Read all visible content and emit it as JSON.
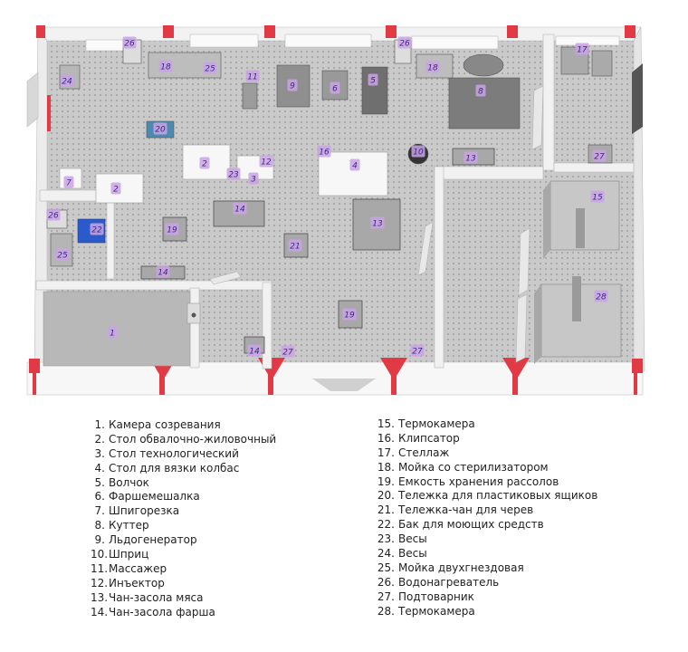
{
  "colors": {
    "wall_red": "#e23a45",
    "floor": "#c9c9c9",
    "floor_dots": "#a9a9a9",
    "table": "#f4f4f4",
    "tag_fill": "#c9a3e3",
    "tag_text": "#3a2a8a",
    "equipment_dark": "#5e5e5e",
    "blue_bin": "#2a5bc8"
  },
  "legend_left": [
    {
      "num": "1.",
      "label": "Камера созревания"
    },
    {
      "num": "2.",
      "label": "Стол обвалочно-жиловочный"
    },
    {
      "num": "3.",
      "label": "Стол технологический"
    },
    {
      "num": "4.",
      "label": "Стол для вязки колбас"
    },
    {
      "num": "5.",
      "label": "Волчок"
    },
    {
      "num": "6.",
      "label": "Фаршемешалка"
    },
    {
      "num": "7.",
      "label": "Шпигорезка"
    },
    {
      "num": "8.",
      "label": "Куттер"
    },
    {
      "num": "9.",
      "label": "Льдогенератор"
    },
    {
      "num": "10.",
      "label": "Шприц"
    },
    {
      "num": "11.",
      "label": "Массажер"
    },
    {
      "num": "12.",
      "label": "Инъектор"
    },
    {
      "num": "13.",
      "label": "Чан-засола мяса"
    },
    {
      "num": "14.",
      "label": "Чан-засола фарша"
    }
  ],
  "legend_right": [
    {
      "num": "15.",
      "label": "Термокамера"
    },
    {
      "num": "16.",
      "label": "Клипсатор"
    },
    {
      "num": "17.",
      "label": "Стеллаж"
    },
    {
      "num": "18.",
      "label": "Мойка со стерилизатором"
    },
    {
      "num": "19.",
      "label": "Емкость хранения рассолов"
    },
    {
      "num": "20.",
      "label": "Тележка для пластиковых ящиков"
    },
    {
      "num": "21.",
      "label": "Тележка-чан для черев"
    },
    {
      "num": "22.",
      "label": "Бак для моющих средств"
    },
    {
      "num": "23.",
      "label": "Весы"
    },
    {
      "num": "24.",
      "label": "Весы"
    },
    {
      "num": "25.",
      "label": "Мойка двухгнездовая"
    },
    {
      "num": "26.",
      "label": "Водонагреватель"
    },
    {
      "num": "27.",
      "label": "Подтоварник"
    },
    {
      "num": "28.",
      "label": "Термокамера"
    }
  ],
  "markers": [
    "1",
    "2",
    "2",
    "3",
    "4",
    "5",
    "6",
    "7",
    "8",
    "9",
    "10",
    "11",
    "12",
    "13",
    "13",
    "14",
    "14",
    "14",
    "15",
    "16",
    "17",
    "18",
    "18",
    "19",
    "19",
    "20",
    "21",
    "22",
    "23",
    "24",
    "25",
    "25",
    "26",
    "26",
    "26",
    "27",
    "27",
    "27",
    "28"
  ]
}
